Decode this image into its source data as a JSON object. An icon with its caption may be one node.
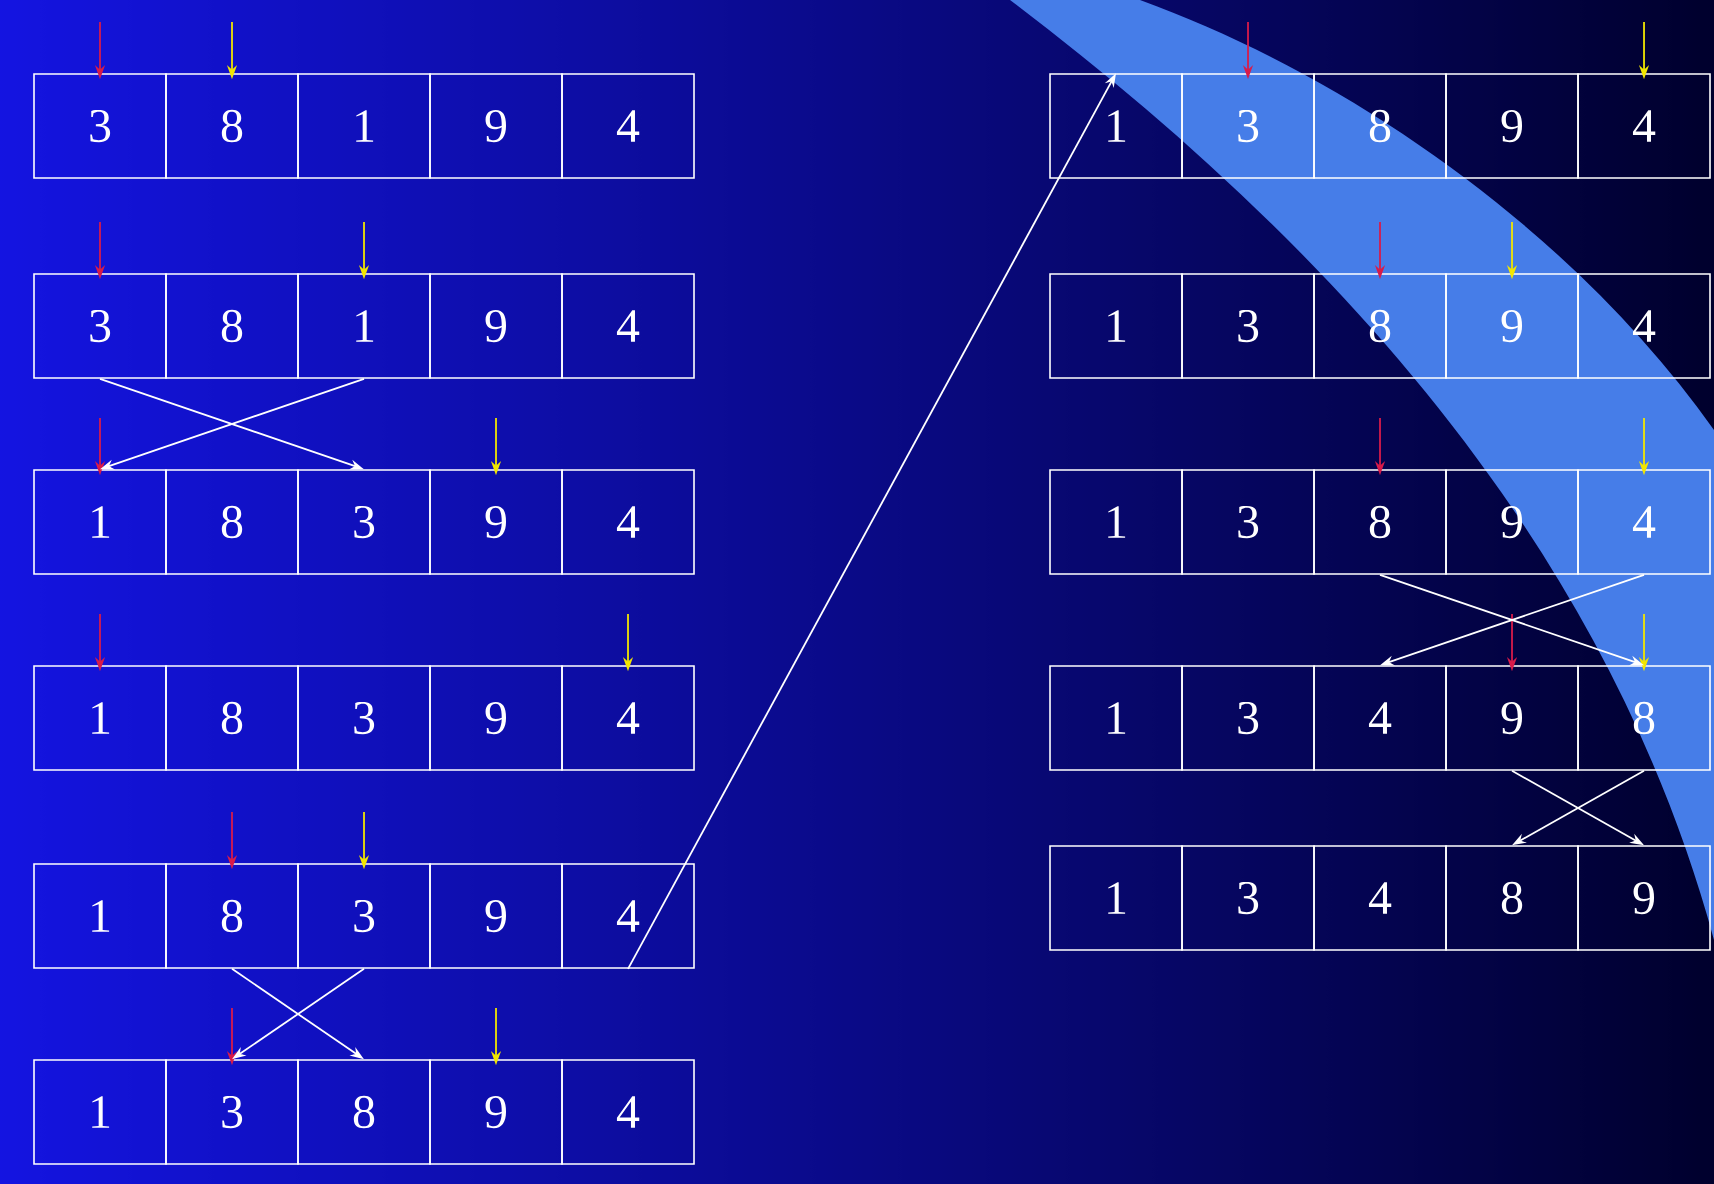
{
  "diagram": {
    "nodes": [
      {
        "text": [
          "3"
        ]
      },
      {
        "text": [
          "8"
        ]
      },
      {
        "text": [
          "1"
        ]
      },
      {
        "text": [
          "9"
        ]
      },
      {
        "text": [
          "4"
        ]
      },
      {
        "text": [
          "3"
        ]
      },
      {
        "text": [
          "8"
        ]
      },
      {
        "text": [
          "1"
        ]
      },
      {
        "text": [
          "9"
        ]
      },
      {
        "text": [
          "4"
        ]
      },
      {
        "text": [
          "1"
        ]
      },
      {
        "text": [
          "8"
        ]
      },
      {
        "text": [
          "3"
        ]
      },
      {
        "text": [
          "9"
        ]
      },
      {
        "text": [
          "4"
        ]
      },
      {
        "text": [
          "1"
        ]
      },
      {
        "text": [
          "8"
        ]
      },
      {
        "text": [
          "3"
        ]
      },
      {
        "text": [
          "9"
        ]
      },
      {
        "text": [
          "4"
        ]
      },
      {
        "text": [
          "1"
        ]
      },
      {
        "text": [
          "8"
        ]
      },
      {
        "text": [
          "3"
        ]
      },
      {
        "text": [
          "9"
        ]
      },
      {
        "text": [
          "4"
        ]
      },
      {
        "text": [
          "1"
        ]
      },
      {
        "text": [
          "3"
        ]
      },
      {
        "text": [
          "8"
        ]
      },
      {
        "text": [
          "9"
        ]
      },
      {
        "text": [
          "4"
        ]
      },
      {
        "text": [
          "1"
        ]
      },
      {
        "text": [
          "3"
        ]
      },
      {
        "text": [
          "8"
        ]
      },
      {
        "text": [
          "9"
        ]
      },
      {
        "text": [
          "4"
        ]
      },
      {
        "text": [
          "1"
        ]
      },
      {
        "text": [
          "3"
        ]
      },
      {
        "text": [
          "8"
        ]
      },
      {
        "text": [
          "9"
        ]
      },
      {
        "text": [
          "4"
        ]
      },
      {
        "text": [
          "1"
        ]
      },
      {
        "text": [
          "3"
        ]
      },
      {
        "text": [
          "8"
        ]
      },
      {
        "text": [
          "9"
        ]
      },
      {
        "text": [
          "4"
        ]
      },
      {
        "text": [
          "1"
        ]
      },
      {
        "text": [
          "3"
        ]
      },
      {
        "text": [
          "4"
        ]
      },
      {
        "text": [
          "9"
        ]
      },
      {
        "text": [
          "8"
        ]
      },
      {
        "text": [
          "1"
        ]
      },
      {
        "text": [
          "3"
        ]
      },
      {
        "text": [
          "4"
        ]
      },
      {
        "text": [
          "8"
        ]
      },
      {
        "text": [
          "9"
        ]
      }
    ],
    "edges": [
      {
        "from": null,
        "to": 0,
        "arrow": "to",
        "color": "#d81b4a"
      },
      {
        "from": null,
        "to": 1,
        "arrow": "to",
        "color": "#f2e600"
      },
      {
        "from": null,
        "to": 5,
        "arrow": "to",
        "color": "#d81b4a"
      },
      {
        "from": null,
        "to": 7,
        "arrow": "to",
        "color": "#f2e600"
      },
      {
        "from": null,
        "to": 10,
        "arrow": "to",
        "color": "#d81b4a"
      },
      {
        "from": null,
        "to": 13,
        "arrow": "to",
        "color": "#f2e600"
      },
      {
        "from": null,
        "to": 15,
        "arrow": "to",
        "color": "#d81b4a"
      },
      {
        "from": null,
        "to": 19,
        "arrow": "to",
        "color": "#f2e600"
      },
      {
        "from": null,
        "to": 21,
        "arrow": "to",
        "color": "#d81b4a"
      },
      {
        "from": null,
        "to": 22,
        "arrow": "to",
        "color": "#f2e600"
      },
      {
        "from": null,
        "to": 26,
        "arrow": "to",
        "color": "#d81b4a"
      },
      {
        "from": null,
        "to": 28,
        "arrow": "to",
        "color": "#f2e600"
      },
      {
        "from": null,
        "to": 31,
        "arrow": "to",
        "color": "#d81b4a"
      },
      {
        "from": null,
        "to": 34,
        "arrow": "to",
        "color": "#f2e600"
      },
      {
        "from": null,
        "to": 37,
        "arrow": "to",
        "color": "#d81b4a"
      },
      {
        "from": null,
        "to": 38,
        "arrow": "to",
        "color": "#f2e600"
      },
      {
        "from": null,
        "to": 42,
        "arrow": "to",
        "color": "#d81b4a"
      },
      {
        "from": null,
        "to": 44,
        "arrow": "to",
        "color": "#f2e600"
      },
      {
        "from": null,
        "to": 48,
        "arrow": "to",
        "color": "#d81b4a"
      },
      {
        "from": null,
        "to": 49,
        "arrow": "to",
        "color": "#f2e600"
      },
      {
        "from": 7,
        "to": 10,
        "arrow": "to",
        "color": "#ffffff"
      },
      {
        "from": 5,
        "to": 12,
        "arrow": "to",
        "color": "#ffffff"
      },
      {
        "from": 22,
        "to": 26,
        "arrow": "to",
        "color": "#ffffff"
      },
      {
        "from": 21,
        "to": 27,
        "arrow": "to",
        "color": "#ffffff"
      },
      {
        "from": 44,
        "to": 47,
        "arrow": "to",
        "color": "#ffffff"
      },
      {
        "from": 42,
        "to": 49,
        "arrow": "to",
        "color": "#ffffff"
      },
      {
        "from": 49,
        "to": 53,
        "arrow": "to",
        "color": "#ffffff"
      },
      {
        "from": 48,
        "to": 54,
        "arrow": "to",
        "color": "#ffffff"
      },
      {
        "from": 24,
        "to": 30,
        "arrow": "to",
        "color": "#ffffff"
      }
    ]
  }
}
